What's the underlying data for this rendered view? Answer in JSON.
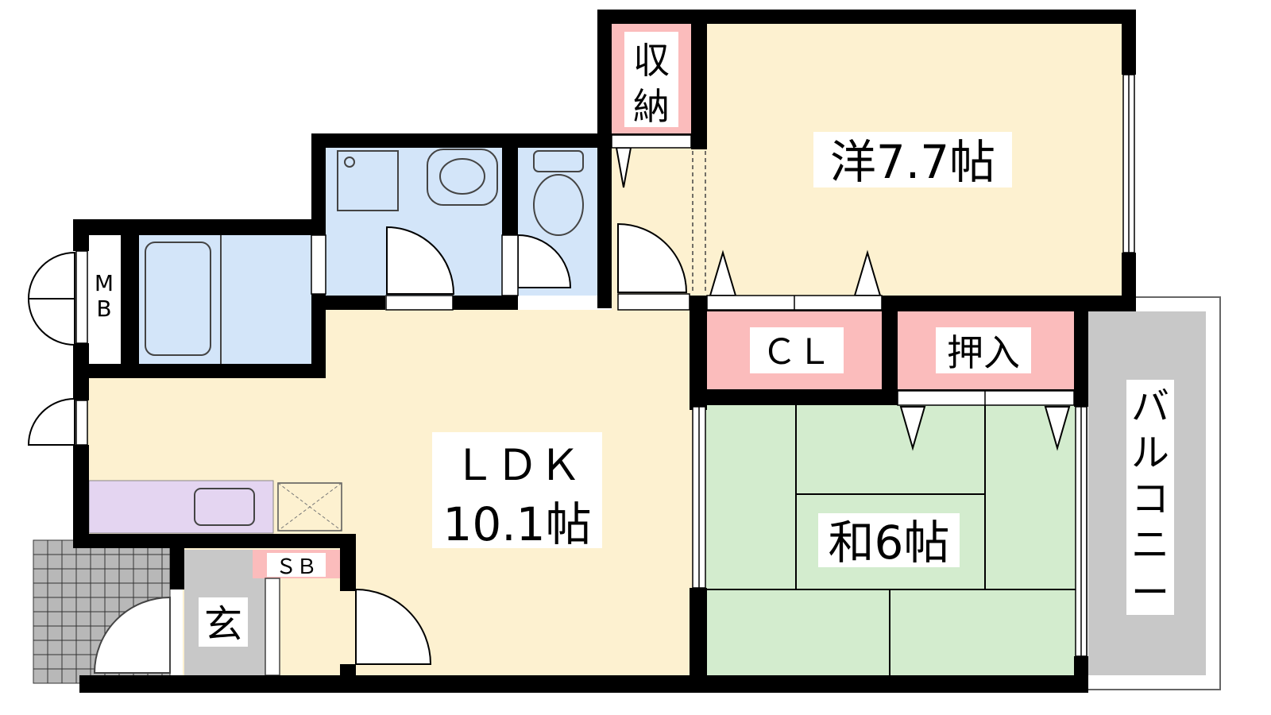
{
  "rooms": {
    "western": "洋7.7帖",
    "storage_line1": "収",
    "storage_line2": "納",
    "ldk_line1": "ＬＤＫ",
    "ldk_line2": "10.1帖",
    "closet": "ＣＬ",
    "oshiire": "押入",
    "japanese": "和6帖",
    "balcony_chars": [
      "バ",
      "ル",
      "コ",
      "ニ",
      "ー"
    ],
    "meter_box_line1": "M",
    "meter_box_line2": "B",
    "shoe_box": "ＳＢ",
    "entrance": "玄"
  },
  "colors": {
    "wall": "#000000",
    "western_floor": "#fdf1d0",
    "ldk_floor": "#fdf1d0",
    "storage": "#fbbcbc",
    "japanese": "#d3ecce",
    "wet_area": "#d3e5f9",
    "kitchen": "#e4d5f1",
    "entrance": "#c8c8c8",
    "balcony": "#c8c8c8"
  }
}
